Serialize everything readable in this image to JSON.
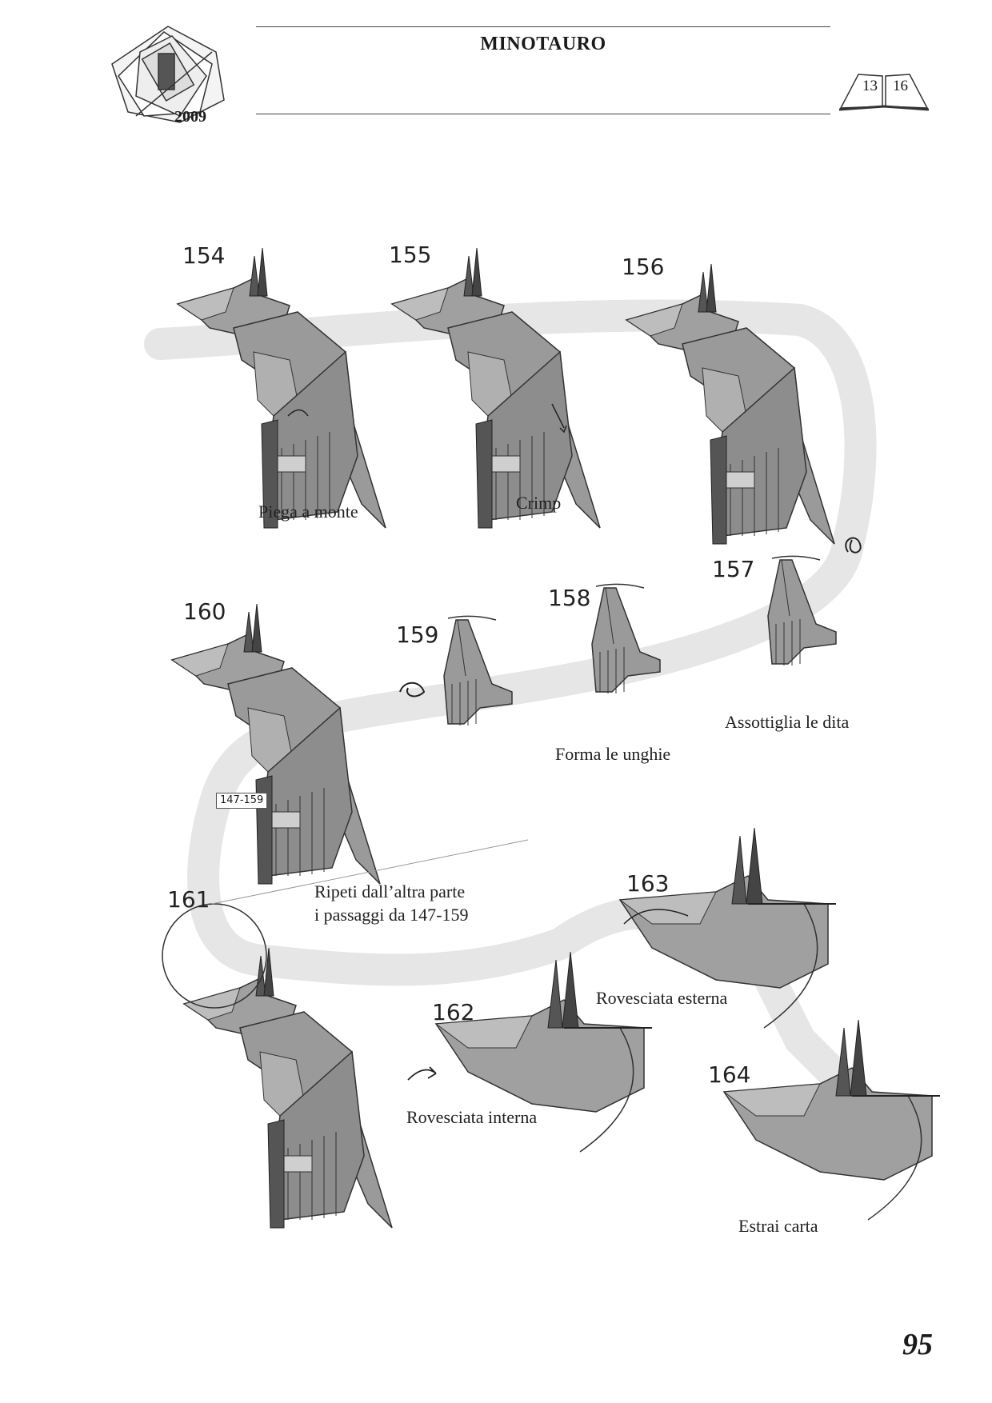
{
  "header": {
    "title": "MINOTAURO",
    "logo_year": "2009",
    "book_pages": [
      "13",
      "16"
    ]
  },
  "steps": [
    {
      "number": "154",
      "caption": "Piega a monte"
    },
    {
      "number": "155",
      "caption": "Crimp"
    },
    {
      "number": "156",
      "caption": ""
    },
    {
      "number": "157",
      "caption": "Assottiglia le dita"
    },
    {
      "number": "158",
      "caption": "Forma le unghie"
    },
    {
      "number": "159",
      "caption": ""
    },
    {
      "number": "160",
      "caption": "Ripeti dall’altra parte",
      "caption_line2": "i passaggi da 147-159",
      "ref_box": "147-159"
    },
    {
      "number": "161",
      "caption": ""
    },
    {
      "number": "162",
      "caption": "Rovesciata interna"
    },
    {
      "number": "163",
      "caption": "Rovesciata esterna"
    },
    {
      "number": "164",
      "caption": "Estrai carta"
    }
  ],
  "footer": {
    "page_number": "95"
  },
  "colors": {
    "paper_gray": "#9a9a9a",
    "paper_dark": "#5a5a5a",
    "path_band": "#e6e6e6"
  }
}
